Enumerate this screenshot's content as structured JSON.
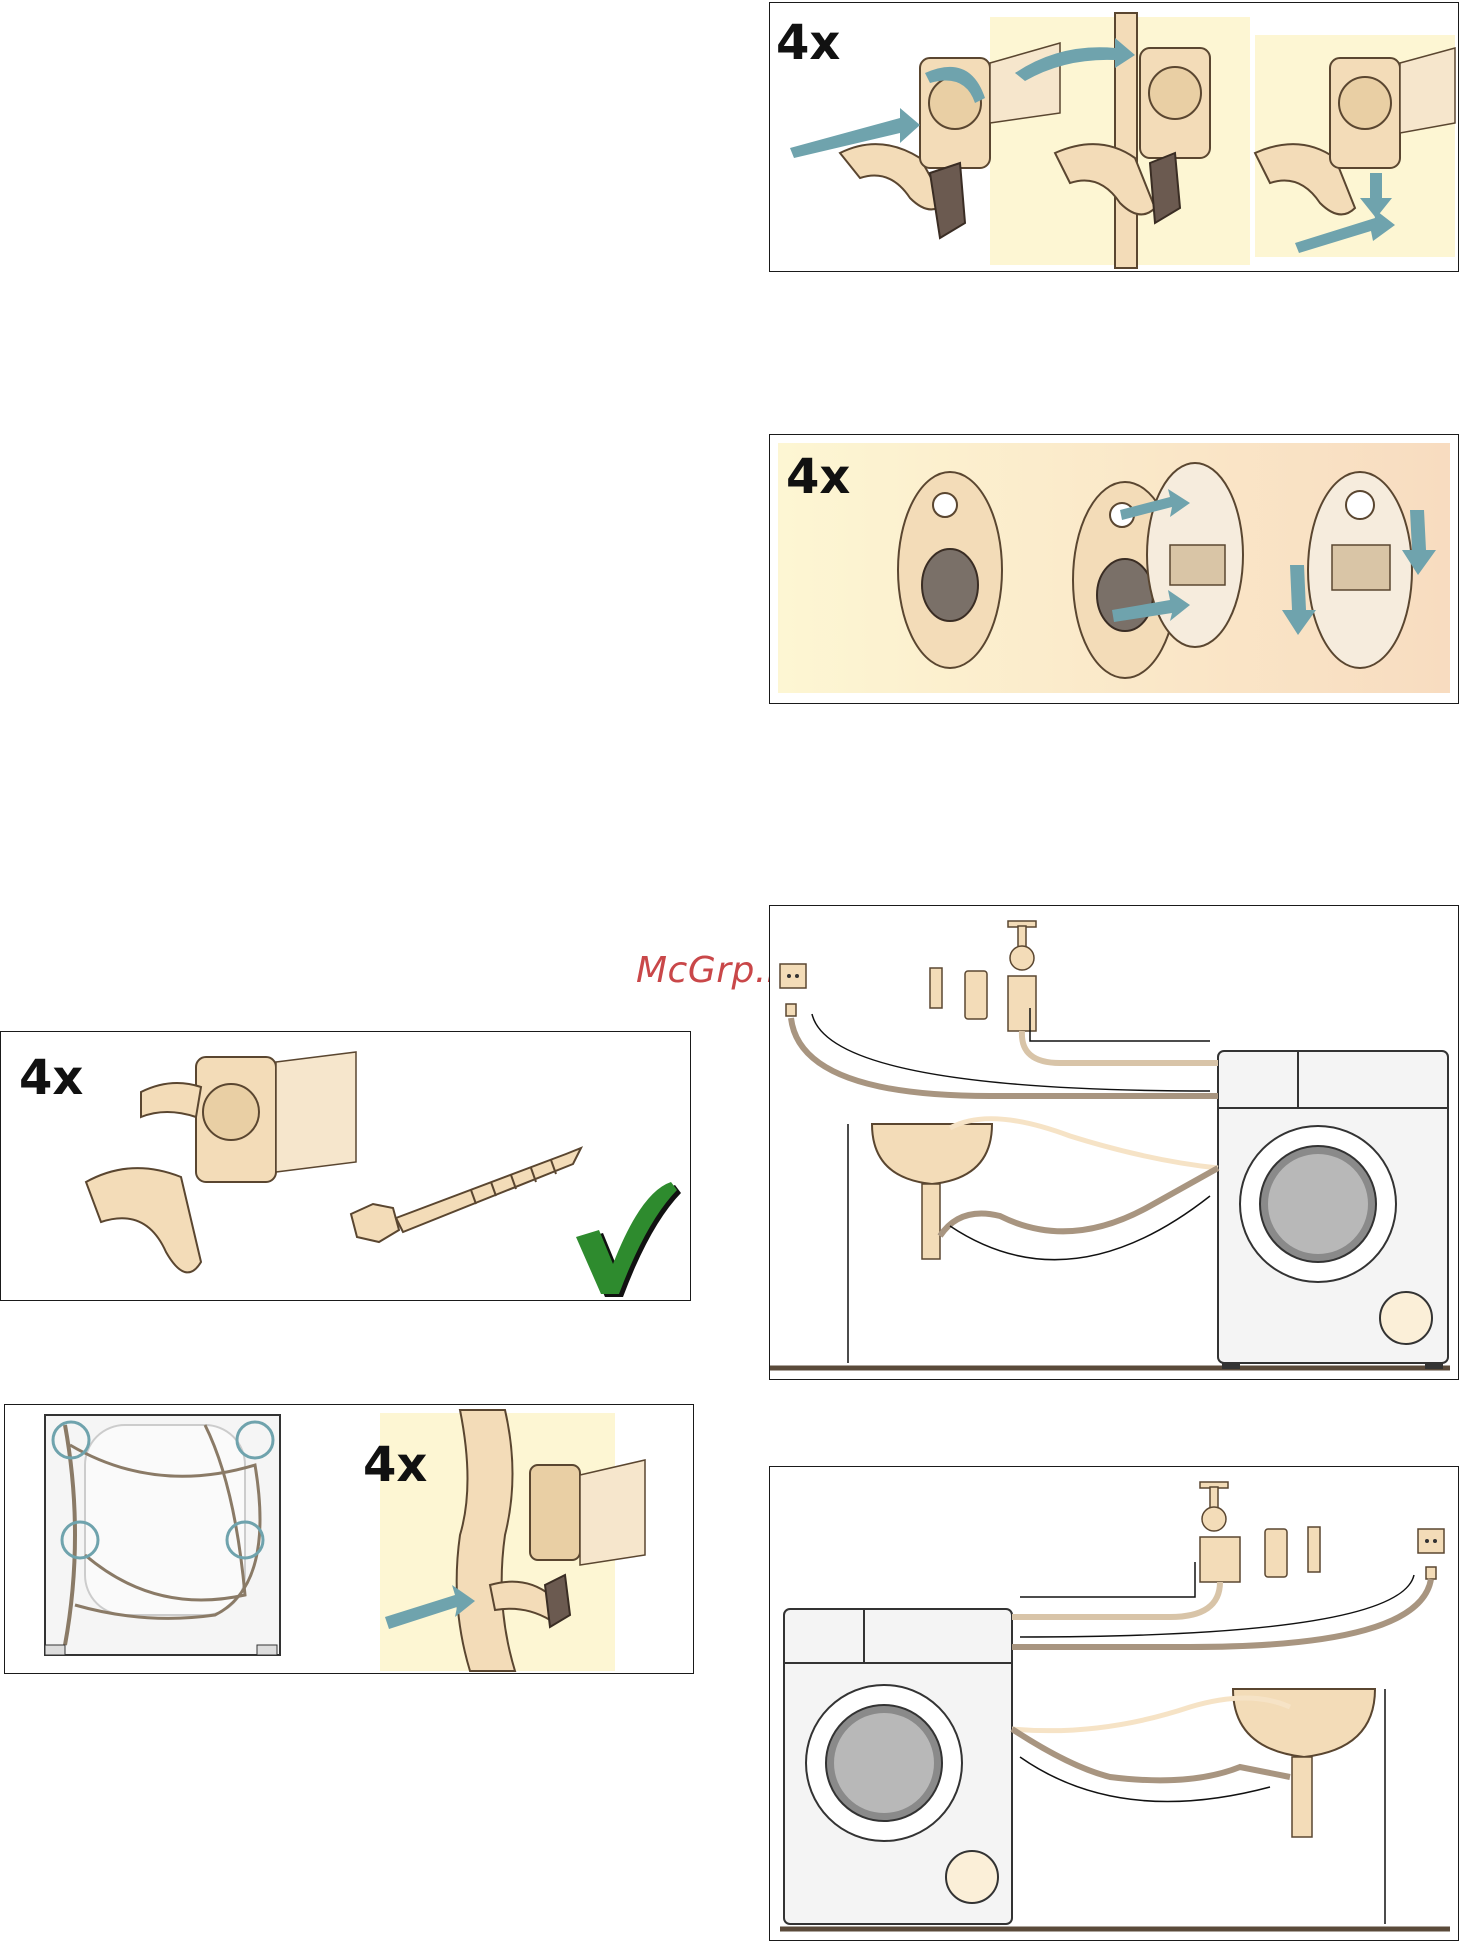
{
  "watermark": "McGrp.Ru",
  "panels": {
    "remove_bolts": {
      "quantity": "4x"
    },
    "insert_covers": {
      "quantity": "4x"
    },
    "keep_parts": {
      "quantity": "4x"
    },
    "release_hoses": {
      "quantity": "4x"
    },
    "connection_right": {},
    "connection_left": {}
  },
  "colors": {
    "part_fill": "#f3dcb8",
    "part_stroke": "#5a4630",
    "arrow": "#6fa3ad",
    "panel_bg": "#fdf6d3",
    "checkmark": "#2e8b2e",
    "machine": "#f4f4f4"
  }
}
